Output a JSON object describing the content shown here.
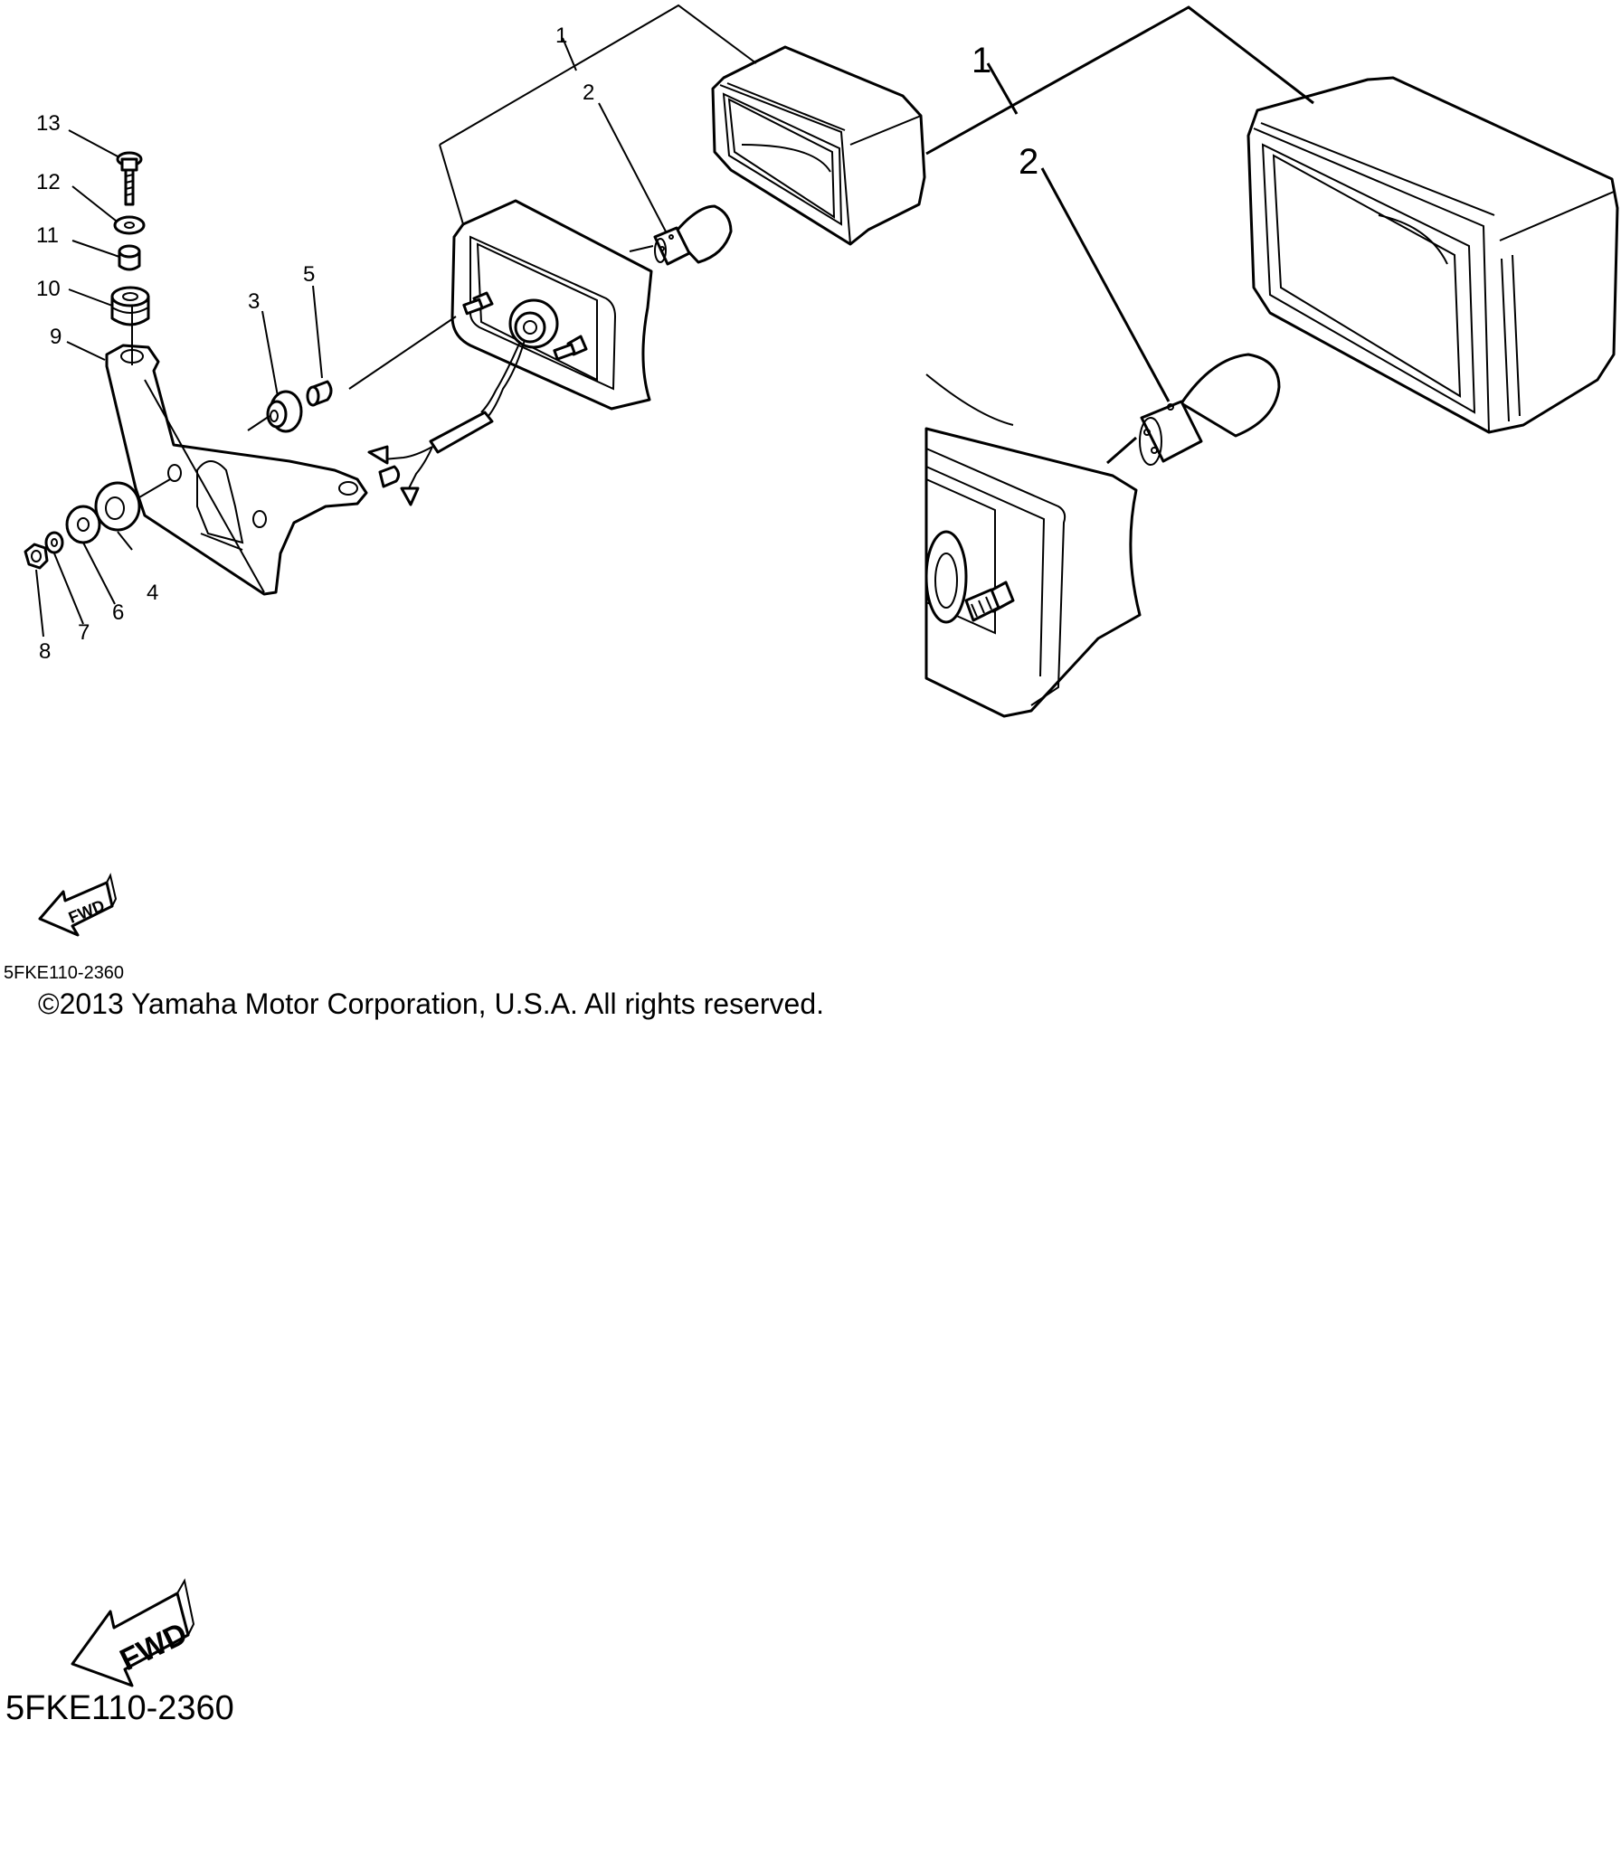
{
  "diagram": {
    "code_small": "5FKE110-2360",
    "code_large": "5FKE110-2360",
    "copyright": "©2013 Yamaha Motor Corporation, U.S.A. All rights reserved.",
    "fwd_label_small": "FWD",
    "fwd_label_large": "FWD",
    "callouts": {
      "c1": "1",
      "c2": "2",
      "c3": "3",
      "c4": "4",
      "c5": "5",
      "c6": "6",
      "c7": "7",
      "c8": "8",
      "c9": "9",
      "c10": "10",
      "c11": "11",
      "c12": "12",
      "c13": "13"
    },
    "zoom_callouts": {
      "c1": "1",
      "c2": "2"
    }
  }
}
